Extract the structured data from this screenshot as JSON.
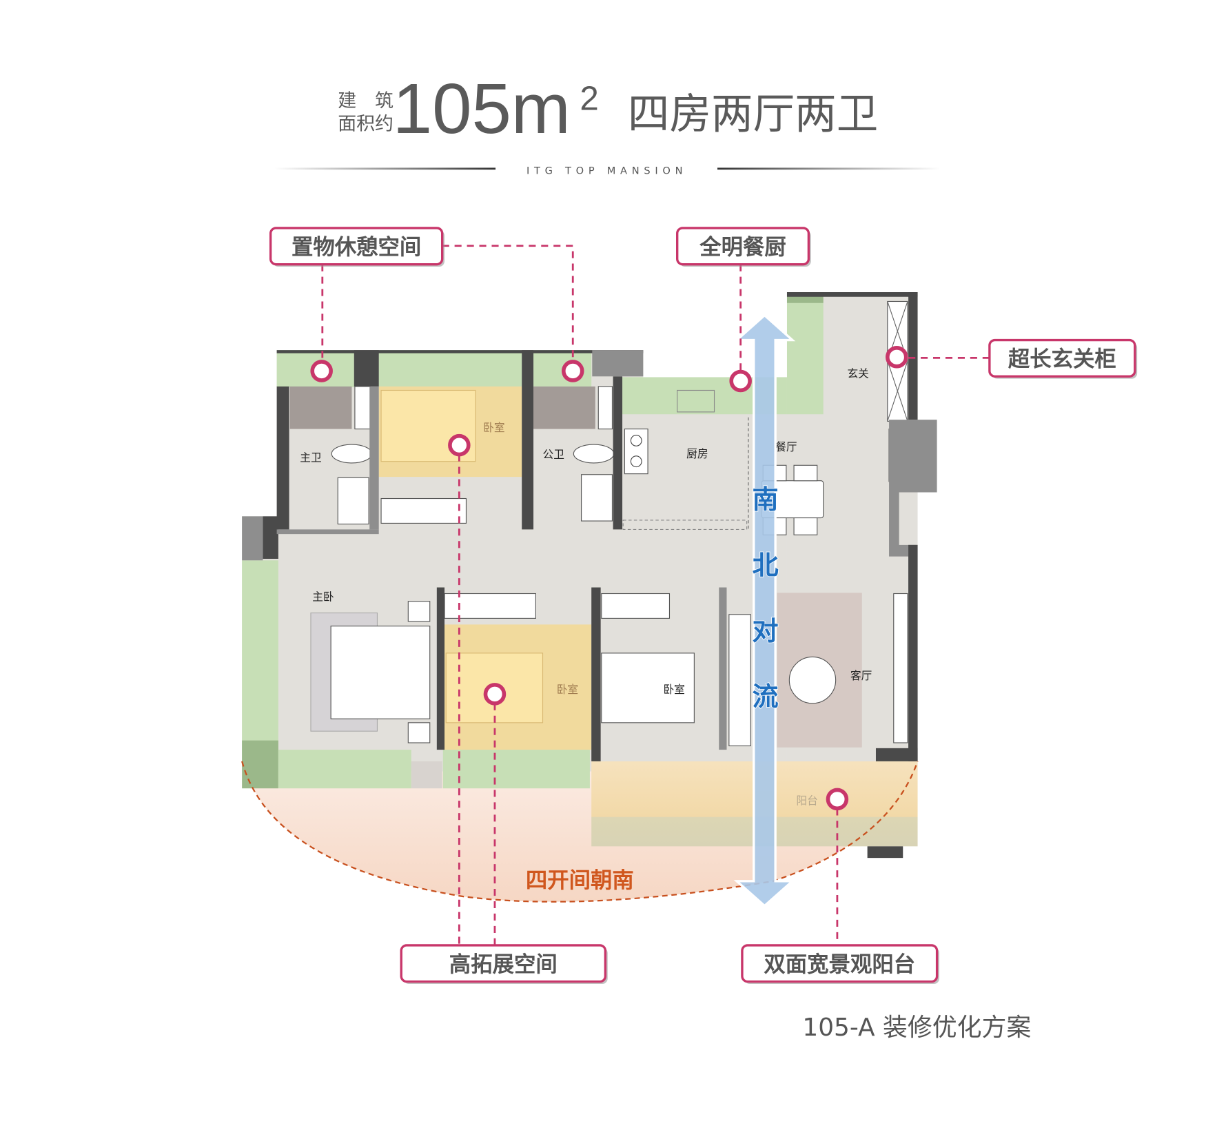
{
  "header": {
    "area_label_line1": "建　筑",
    "area_label_line2": "面积约",
    "area_value": "105m",
    "area_unit_sup": "2",
    "layout_type": "四房两厅两卫",
    "brand_tagline": "ITG TOP MANSION"
  },
  "callouts": {
    "storage_rest": "置物休憩空间",
    "bright_kitchen": "全明餐厨",
    "long_entry_cabinet": "超长玄关柜",
    "expandable_space": "高拓展空间",
    "wide_balcony": "双面宽景观阳台"
  },
  "rooms": {
    "master_bath": "主卫",
    "north_bedroom": "卧室",
    "public_bath": "公卫",
    "kitchen": "厨房",
    "dining": "餐厅",
    "entrance": "玄关",
    "master_bedroom": "主卧",
    "south_bedroom_1": "卧室",
    "south_bedroom_2": "卧室",
    "living": "客厅",
    "balcony": "阳台"
  },
  "ventilation": [
    "南",
    "北",
    "对",
    "流"
  ],
  "south_facing": "四开间朝南",
  "plan_name": "105-A 装修优化方案",
  "colors": {
    "accent_pink": "#c8366a",
    "arrow_blue": "#a8c8e8",
    "text_blue": "#1f6fbf",
    "south_orange": "#d0571e"
  }
}
